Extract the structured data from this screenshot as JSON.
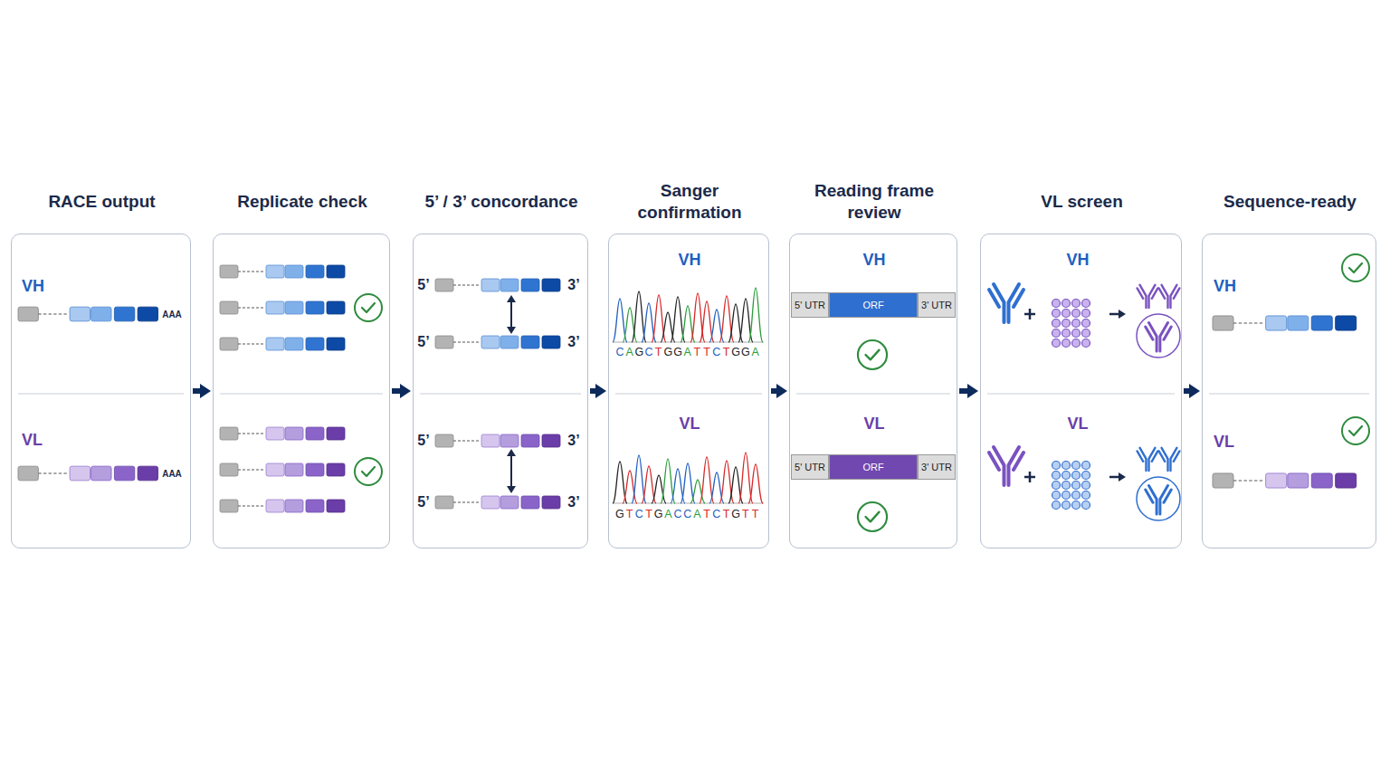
{
  "diagram": {
    "nodes": [
      {
        "text": [
          "RACE output",
          "VH",
          "VL"
        ]
      },
      {
        "text": [
          "Replicate check"
        ]
      },
      {
        "text": [
          "5’ / 3’ concordance"
        ]
      },
      {
        "text": [
          "Sanger confirmation",
          "VH",
          "VL"
        ]
      },
      {
        "text": [
          "Reading frame review",
          "VH",
          "VL"
        ]
      },
      {
        "text": [
          "VL screen",
          "VH",
          "VL"
        ]
      },
      {
        "text": [
          "Sequence-ready",
          "VH",
          "VL"
        ]
      },
      {
        "text": [
          "5' UTR"
        ],
        "in": 4
      },
      {
        "text": [
          "ORF"
        ],
        "in": 4
      },
      {
        "text": [
          "3' UTR"
        ],
        "in": 4
      },
      {
        "text": [
          "5' UTR"
        ],
        "in": 4
      },
      {
        "text": [
          "ORF"
        ],
        "in": 4
      },
      {
        "text": [
          "3' UTR"
        ],
        "in": 4
      }
    ],
    "edges": [
      {
        "from": 0,
        "to": 1,
        "arrow": "to"
      },
      {
        "from": 1,
        "to": 2,
        "arrow": "to"
      },
      {
        "from": 2,
        "to": 3,
        "arrow": "to"
      },
      {
        "from": 3,
        "to": 4,
        "arrow": "to"
      },
      {
        "from": 4,
        "to": 5,
        "arrow": "to"
      },
      {
        "from": 5,
        "to": 6,
        "arrow": "to"
      }
    ],
    "labels": [
      "AAA",
      "AAA",
      "5’",
      "3’",
      "5’",
      "3’",
      "5’",
      "3’",
      "5’",
      "3’",
      "CAGCTGGATTCTGGA",
      "GTCTGACCATCTGTT"
    ]
  }
}
